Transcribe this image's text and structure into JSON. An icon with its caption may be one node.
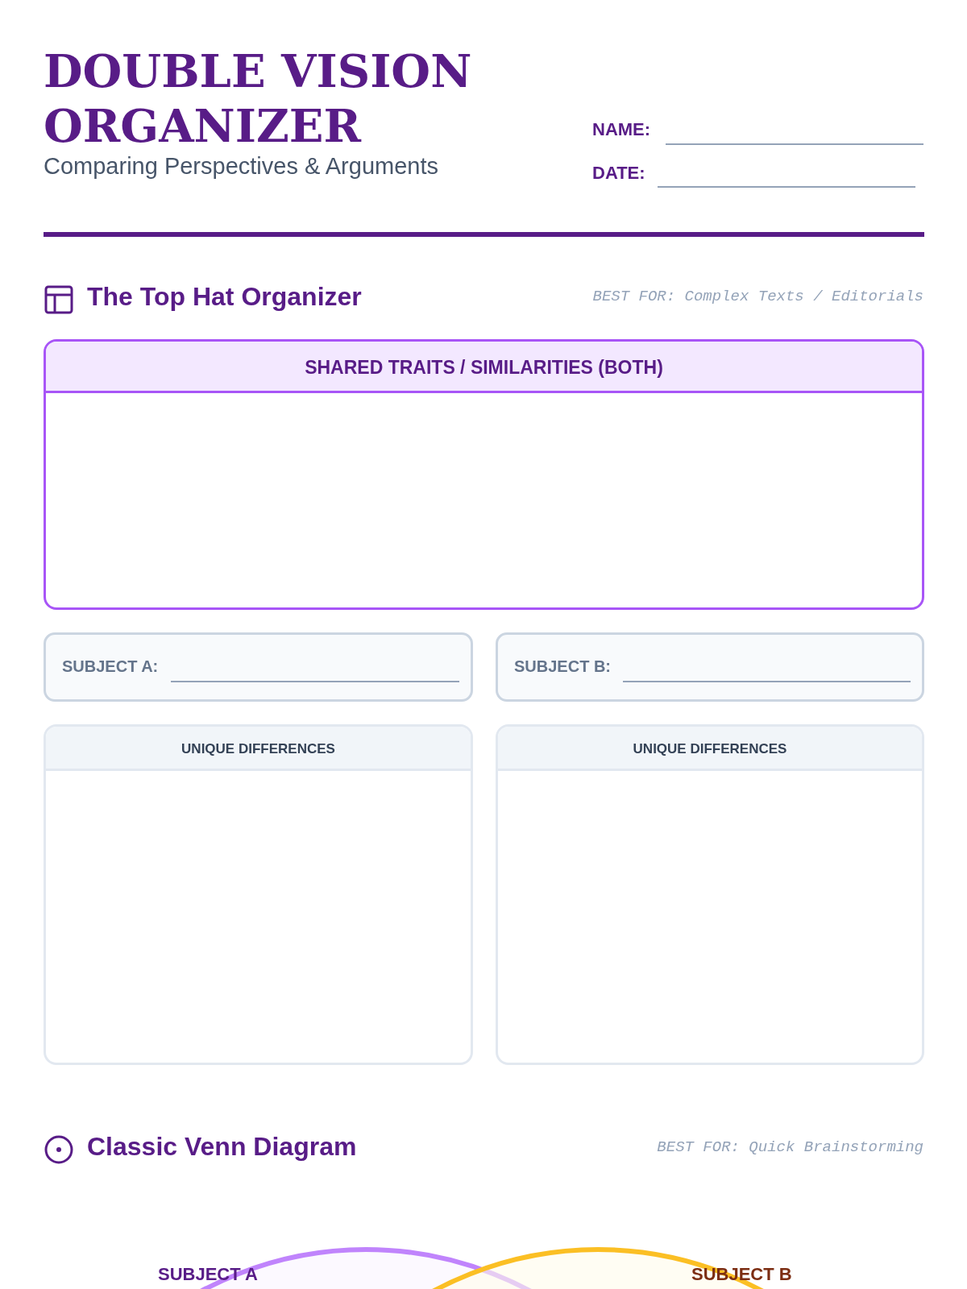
{
  "diagram": {
    "title": "DOUBLE VISION ORGANIZER",
    "nodes": [
      {
        "text": [
          "SHARED TRAITS / SIMILARITIES (BOTH)"
        ]
      },
      {
        "text": [
          "SUBJECT A:"
        ]
      },
      {
        "text": [
          "SUBJECT B:"
        ]
      },
      {
        "text": [
          "UNIQUE DIFFERENCES"
        ]
      },
      {
        "text": [
          "UNIQUE DIFFERENCES"
        ]
      },
      {
        "text": [
          "SUBJECT A"
        ]
      },
      {
        "text": [
          "SUBJECT B"
        ]
      }
    ],
    "edges": [],
    "labels": [
      "Comparing Perspectives & Arguments",
      "NAME:",
      "DATE:",
      "The Top Hat Organizer",
      "BEST FOR: Complex Texts / Editorials",
      "Classic Venn Diagram",
      "BEST FOR: Quick Brainstorming"
    ]
  }
}
